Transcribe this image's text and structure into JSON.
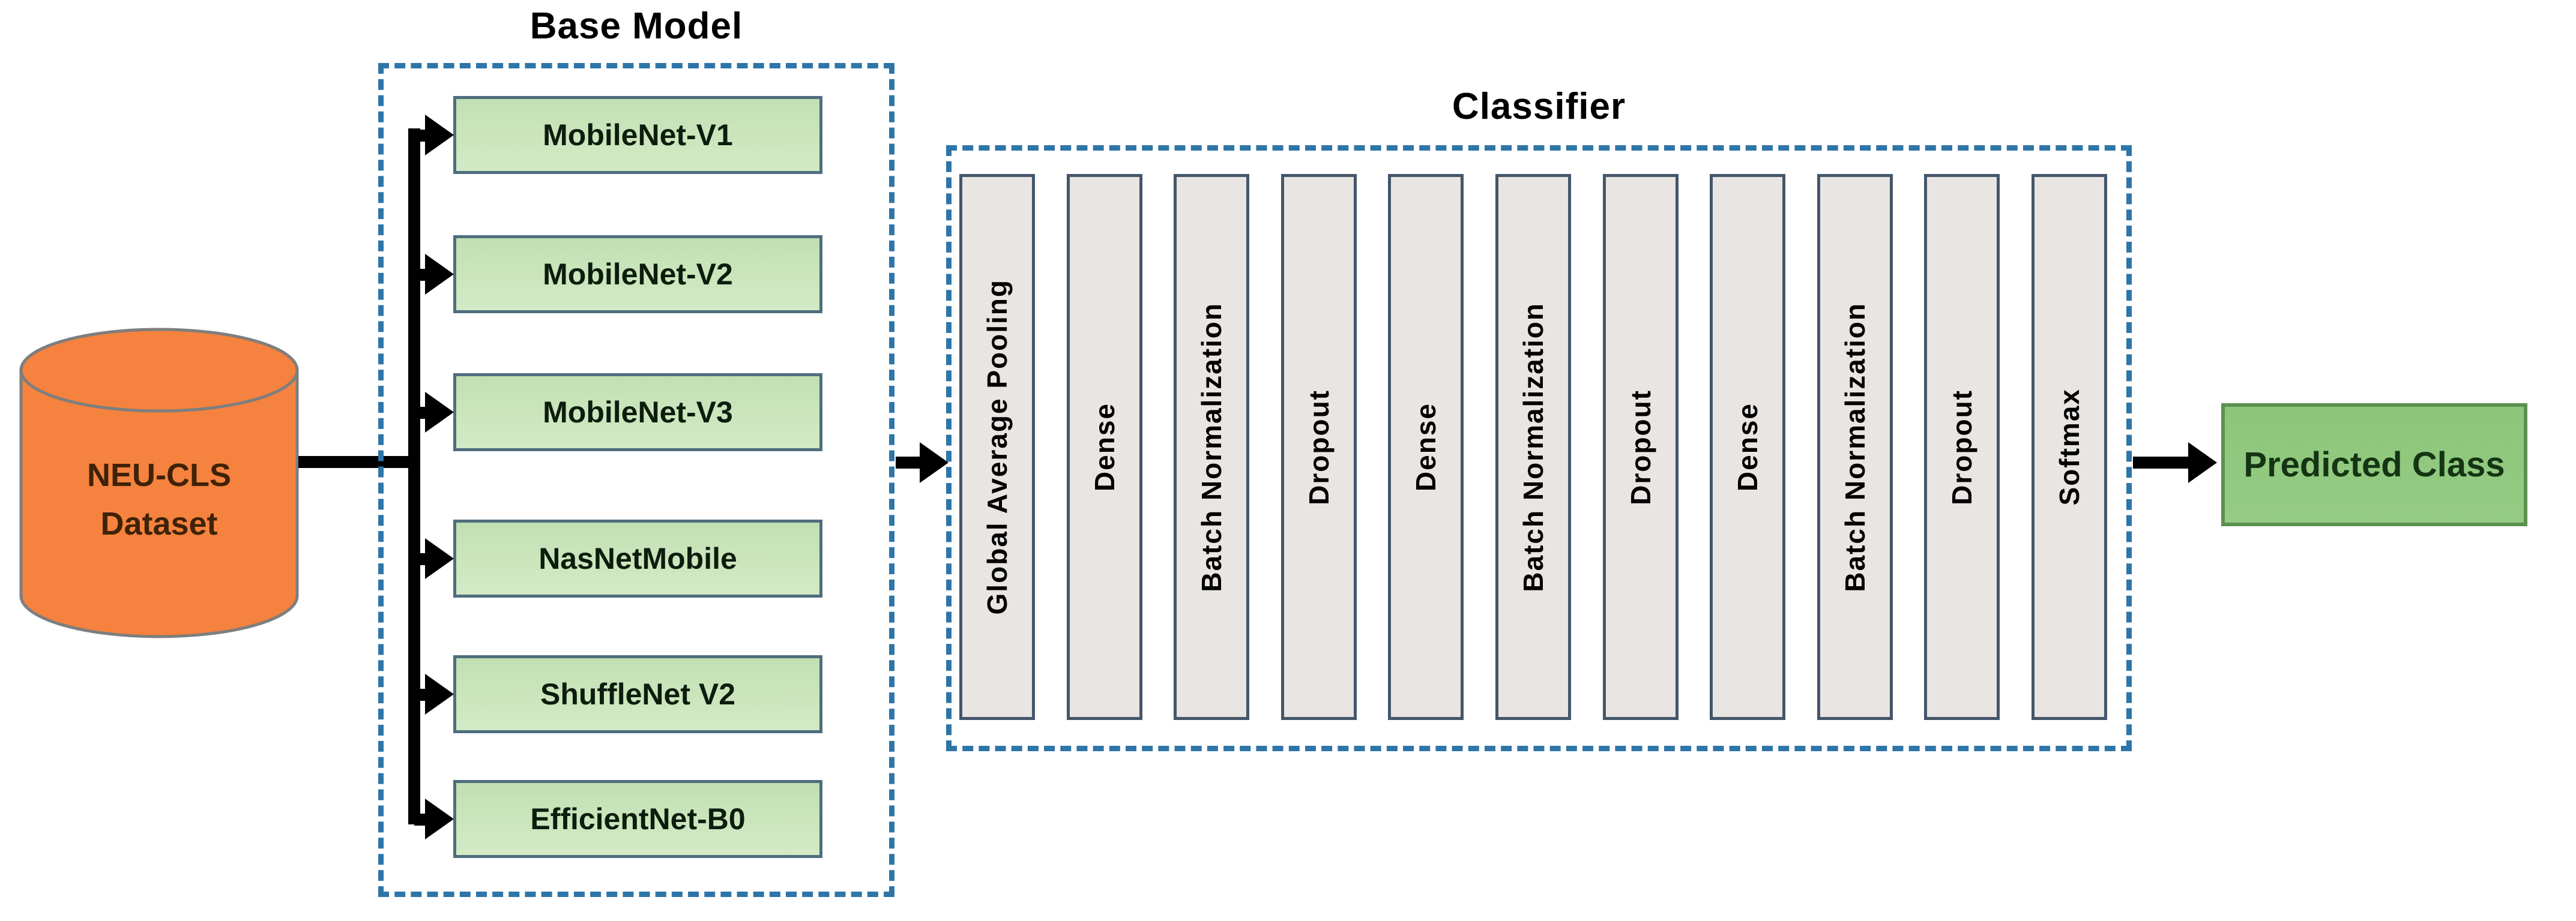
{
  "dataset": {
    "line1": "NEU-CLS",
    "line2": "Dataset"
  },
  "base_model": {
    "title": "Base Model",
    "models": [
      "MobileNet-V1",
      "MobileNet-V2",
      "MobileNet-V3",
      "NasNetMobile",
      "ShuffleNet V2",
      "EfficientNet-B0"
    ]
  },
  "classifier": {
    "title": "Classifier",
    "layers": [
      "Global Average Pooling",
      "Dense",
      "Batch Normalization",
      "Dropout",
      "Dense",
      "Batch Normalization",
      "Dropout",
      "Dense",
      "Batch Normalization",
      "Dropout",
      "Softmax"
    ]
  },
  "output": {
    "label": "Predicted Class"
  },
  "colors": {
    "dataset_fill": "#F5823E",
    "dataset_outline": "#7E7E7E",
    "model_box_fill": "#C8E3BA",
    "model_box_border": "#4E6E7E",
    "layer_box_fill": "#E9E5E2",
    "layer_box_border": "#44566A",
    "group_dashed_border": "#2E75A8",
    "output_fill": "#90C87E",
    "output_border": "#5C9050",
    "arrow": "#000000"
  }
}
